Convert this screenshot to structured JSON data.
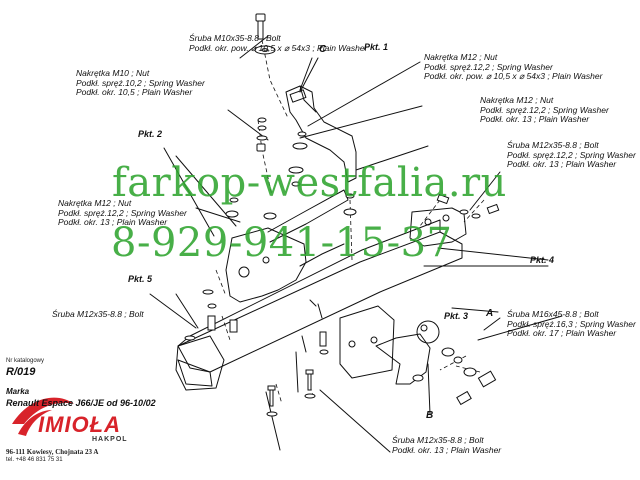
{
  "labels": {
    "bolt_m10": [
      "Śruba M10x35-8.8 ;  Bolt",
      "Podkł. okr. pow. ⌀ 10,5 x ⌀ 54x3 ; Plain Washer"
    ],
    "nut_m10": [
      "Nakrętka  M10 ; Nut",
      "Podkł. spręż.10,2 ; Spring Washer",
      "Podkł. okr. 10,5 ; Plain Washer"
    ],
    "nut_m12_top": [
      "Nakrętka  M12 ; Nut",
      "Podkł. spręż.12,2 ; Spring Washer",
      "Podkł. okr. pow. ⌀ 10,5 x ⌀ 54x3 ; Plain Washer"
    ],
    "nut_m12_right": [
      "Nakrętka  M12 ; Nut",
      "Podkł. spręż.12,2 ; Spring Washer",
      "Podkł. okr. 13 ; Plain Washer"
    ],
    "bolt_m12_right": [
      "Śruba M12x35-8.8 ;  Bolt",
      "Podkł. spręż.12,2 ; Spring Washer",
      "Podkł. okr. 13 ; Plain Washer"
    ],
    "nut_m12_left": [
      "Nakrętka  M12 ; Nut",
      "Podkł. spręż.12,2 ; Spring Washer",
      "Podkł. okr. 13 ; Plain Washer"
    ],
    "bolt_m12_left": [
      "Śruba M12x35-8.8 ;  Bolt"
    ],
    "bolt_m16": [
      "Śruba M16x45-8.8 ;  Bolt",
      "Podkł. spręż.16,3 ; Spring Washer",
      "Podkł. okr. 17 ; Plain Washer"
    ],
    "bolt_m12_bottom": [
      "Śruba M12x35-8.8 ;  Bolt",
      "Podkł. okr. 13 ; Plain Washer"
    ]
  },
  "points": {
    "pkt1": "Pkt. 1",
    "pkt2": "Pkt. 2",
    "pkt3": "Pkt. 3",
    "pkt4": "Pkt. 4",
    "pkt5": "Pkt. 5"
  },
  "letters": {
    "a": "A",
    "b": "B",
    "c": "C"
  },
  "watermark": {
    "line1": "farkop-westfalia.ru",
    "line2": "8-929-941-15-37",
    "color": "#2fa52f"
  },
  "info": {
    "catalog_label": "Nr katalogowy",
    "catalog_number": "R/019",
    "brand_label": "Marka",
    "vehicle": "Renault Espace J66/JE    od  96-10/02"
  },
  "logo": {
    "name": "IMIOŁA",
    "sub": "HAKPOL",
    "color": "#d8232a"
  },
  "address": {
    "line1": "96-111 Kowiesy, Chojnata 23 A",
    "line2": "tel. +48 46 831 75 31"
  }
}
